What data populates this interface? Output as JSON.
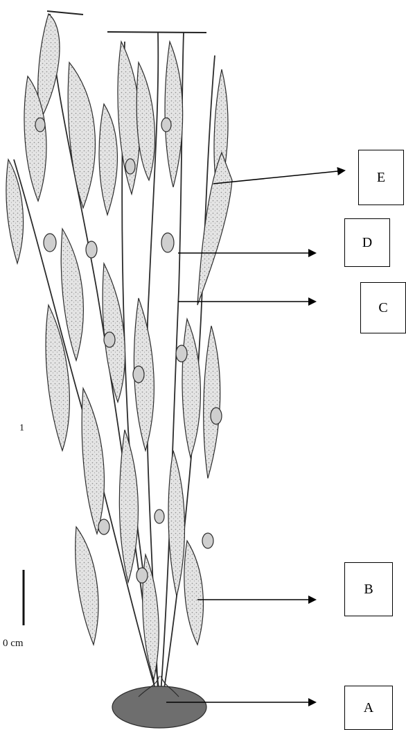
{
  "labels": {
    "a": "A",
    "b": "B",
    "c": "C",
    "d": "D",
    "e": "E"
  },
  "scale_bar": {
    "unit_text": "0 cm"
  },
  "plate_number": "1",
  "colors": {
    "line": "#1a1a1a",
    "leaf_fill": "#dcdcdc",
    "leaf_stroke": "#2b2b2b",
    "holdfast": "#3a3a3a"
  }
}
